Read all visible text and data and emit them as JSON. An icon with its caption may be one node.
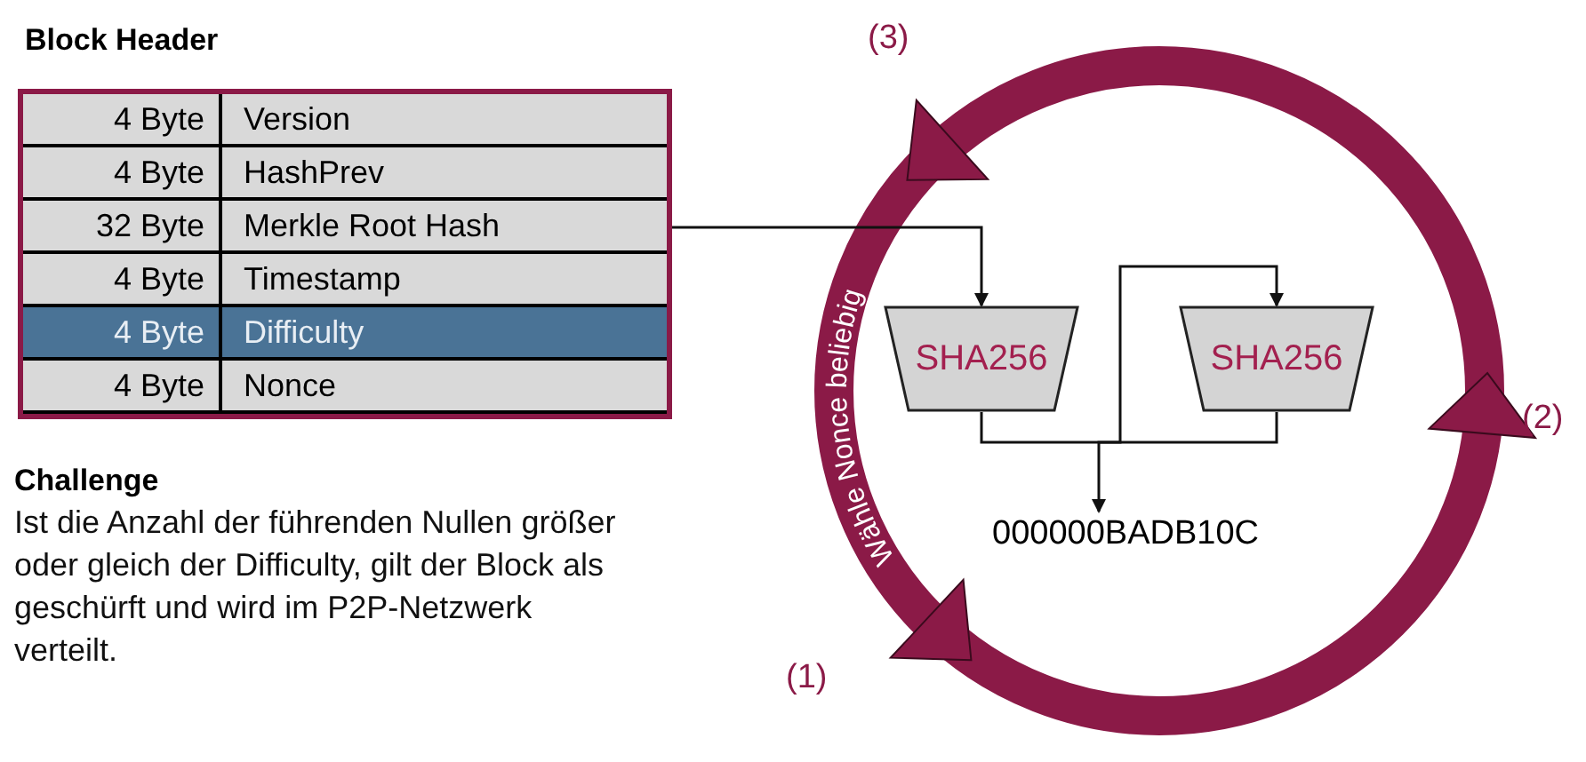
{
  "diagram": {
    "nodes": [
      {
        "text": [
          "Block Header"
        ]
      },
      {
        "text": [
          "4 Byte",
          "Version"
        ],
        "in": 0
      },
      {
        "text": [
          "4 Byte",
          "HashPrev"
        ],
        "in": 0
      },
      {
        "text": [
          "32 Byte",
          "Merkle Root Hash"
        ],
        "in": 0
      },
      {
        "text": [
          "4 Byte",
          "Timestamp"
        ],
        "in": 0
      },
      {
        "text": [
          "4 Byte",
          "Difficulty"
        ],
        "in": 0
      },
      {
        "text": [
          "4 Byte",
          "Nonce"
        ],
        "in": 0
      },
      {
        "text": [
          "SHA256"
        ]
      },
      {
        "text": [
          "SHA256"
        ]
      },
      {
        "text": [
          "000000BADB10C"
        ]
      }
    ],
    "edges": [
      {
        "from": 3,
        "to": 7,
        "arrow": "to"
      },
      {
        "from": 7,
        "to": 8,
        "arrow": "to"
      },
      {
        "from": 8,
        "to": 9,
        "arrow": "to"
      }
    ],
    "labels": [
      "(3)",
      "Wähle Nonce beliebig",
      "(2)",
      "Challenge",
      "Ist die Anzahl der führenden Nullen größer oder gleich der Difficulty, gilt der Block als geschürft und wird im P2P-Netzwerk verteilt.",
      "(1)"
    ]
  }
}
